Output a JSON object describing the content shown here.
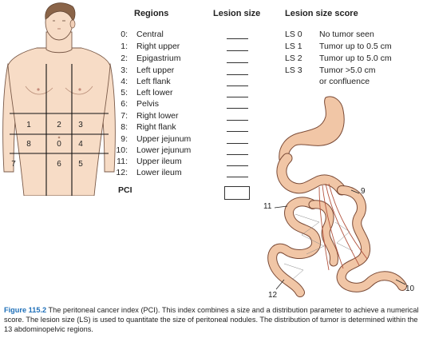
{
  "headers": {
    "regions": "Regions",
    "lesion_size": "Lesion size",
    "lesion_score": "Lesion size score"
  },
  "regions": [
    {
      "num": "0:",
      "name": "Central"
    },
    {
      "num": "1:",
      "name": "Right upper"
    },
    {
      "num": "2:",
      "name": "Epigastrium"
    },
    {
      "num": "3:",
      "name": "Left upper"
    },
    {
      "num": "4:",
      "name": "Left flank"
    },
    {
      "num": "5:",
      "name": "Left lower"
    },
    {
      "num": "6:",
      "name": "Pelvis"
    },
    {
      "num": "7:",
      "name": "Right lower"
    },
    {
      "num": "8:",
      "name": "Right flank"
    },
    {
      "num": "9:",
      "name": "Upper jejunum"
    },
    {
      "num": "10:",
      "name": "Lower jejunum"
    },
    {
      "num": "11:",
      "name": "Upper ileum"
    },
    {
      "num": "12:",
      "name": "Lower ileum"
    }
  ],
  "pci_label": "PCI",
  "scores": [
    {
      "code": "LS 0",
      "desc": "No tumor seen"
    },
    {
      "code": "LS 1",
      "desc": "Tumor up to 0.5 cm"
    },
    {
      "code": "LS 2",
      "desc": "Tumor up to 5.0 cm"
    },
    {
      "code": "LS 3",
      "desc": "Tumor >5.0 cm"
    },
    {
      "code": "",
      "desc": "or confluence"
    }
  ],
  "grid_labels": [
    "1",
    "2",
    "3",
    "8",
    "0",
    "4",
    "7",
    "6",
    "5"
  ],
  "intestine_labels": [
    "9",
    "11",
    "12",
    "10"
  ],
  "caption": {
    "figure": "Figure 115.2",
    "text": "The peritoneal cancer index (PCI). This index combines a size and a distribution parameter to achieve a numerical score. The lesion size (LS) is used to quantitate the size of peritoneal nodules. The distribution of tumor is determined within the 13 abdominopelvic regions."
  }
}
